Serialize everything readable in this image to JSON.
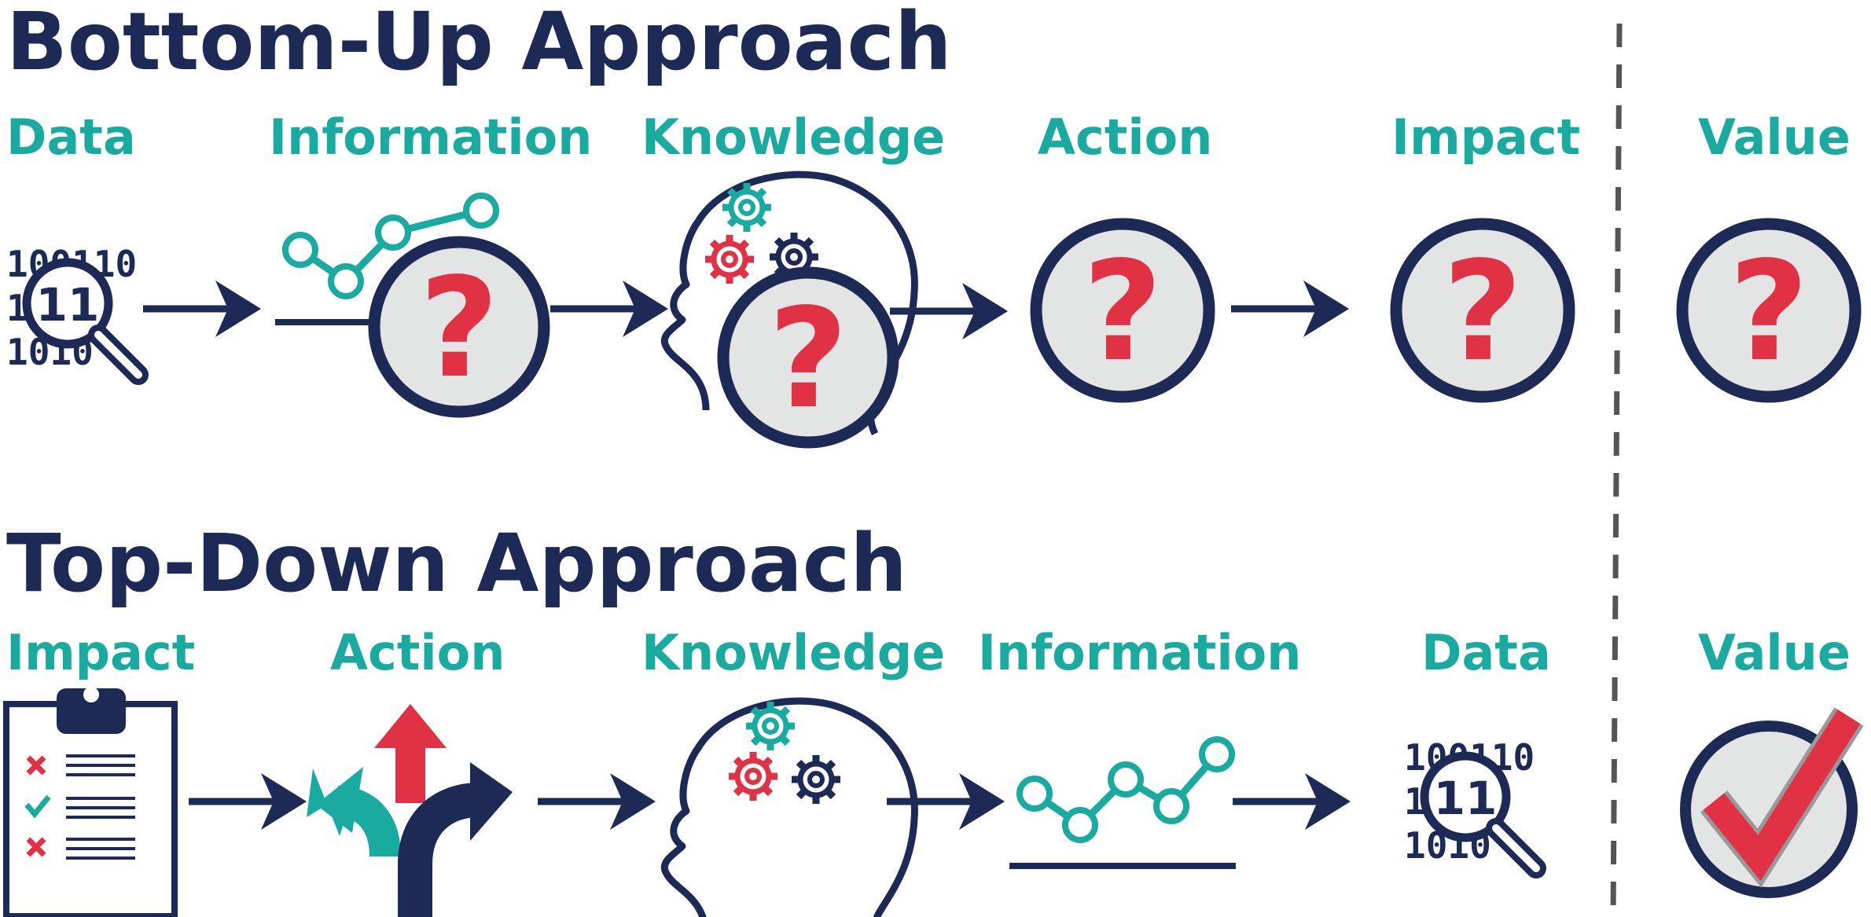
{
  "bottom_up": {
    "title": "Bottom-Up Approach",
    "stages": [
      "Data",
      "Information",
      "Knowledge",
      "Action",
      "Impact"
    ],
    "value_label": "Value"
  },
  "top_down": {
    "title": "Top-Down Approach",
    "stages": [
      "Impact",
      "Action",
      "Knowledge",
      "Information",
      "Data"
    ],
    "value_label": "Value"
  },
  "data_icon": {
    "binary_top": "100110",
    "binary_mid": "1",
    "binary_bottom": "1010",
    "magnifier_number": "11"
  },
  "question_mark": "?",
  "colors": {
    "navy": "#1d2a56",
    "teal": "#19aaa0",
    "red": "#e03145",
    "circle_fill": "#e3e4e4",
    "divider": "#555555"
  },
  "icons": {
    "data": "magnifier-binary-icon",
    "information": "line-graph-icon",
    "knowledge": "head-gears-icon",
    "unknown": "question-circle-icon",
    "impact": "clipboard-checklist-icon",
    "action": "diverging-arrows-icon",
    "value_confirmed": "checkmark-icon"
  }
}
